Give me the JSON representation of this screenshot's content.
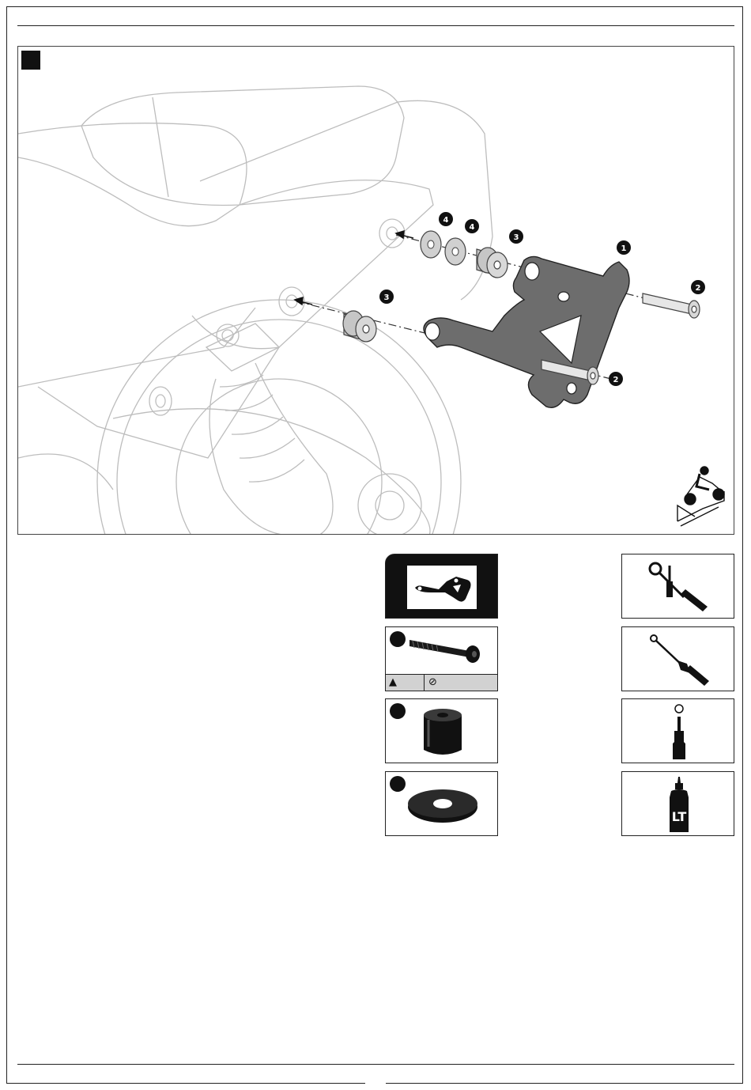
{
  "page": {
    "step_badge": "",
    "figure": {
      "callouts": [
        "1",
        "2",
        "2",
        "3",
        "3",
        "4",
        "4"
      ],
      "position_icon": "rider-on-motorcycle-icon"
    },
    "parts": [
      {
        "number": "",
        "name": "bracket",
        "icon": "side-bracket-icon"
      },
      {
        "number": "",
        "name": "bolt",
        "icon": "bolt-icon",
        "icons": [
          "thread-lock-icon",
          "torque-icon"
        ]
      },
      {
        "number": "",
        "name": "spacer",
        "icon": "spacer-icon"
      },
      {
        "number": "",
        "name": "washer",
        "icon": "washer-icon"
      }
    ],
    "tools": [
      {
        "icon": "ratchet-and-screwdriver-icon"
      },
      {
        "icon": "torque-wrench-icon"
      },
      {
        "icon": "hex-key-icon"
      },
      {
        "icon": "threadlocker-bottle-icon",
        "label": "LT"
      }
    ]
  }
}
